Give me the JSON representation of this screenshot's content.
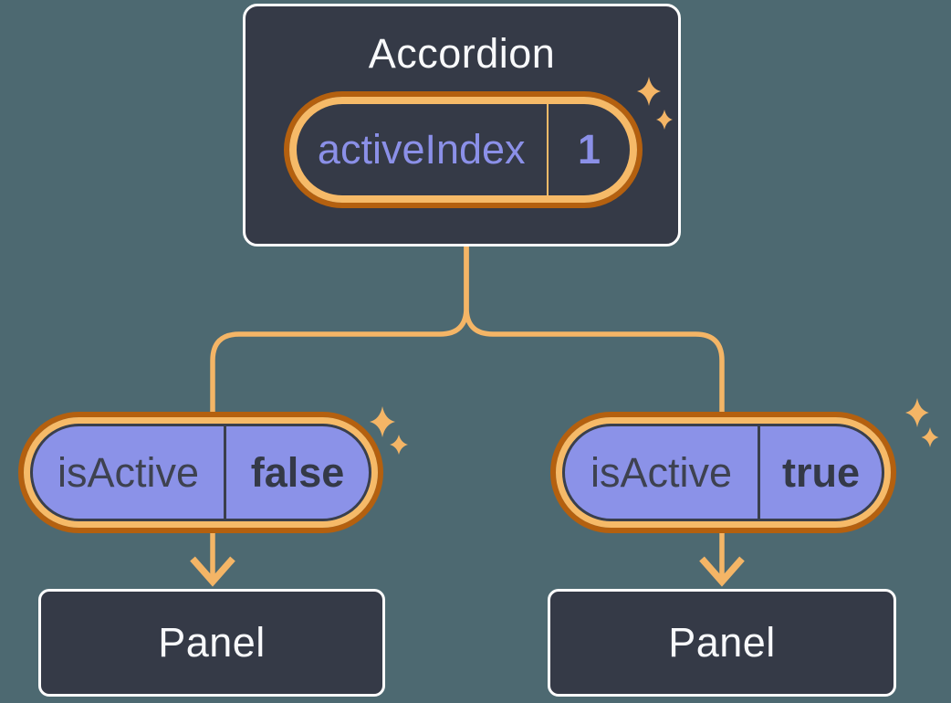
{
  "root_node": {
    "label": "Accordion",
    "state": {
      "name": "activeIndex",
      "value": "1"
    }
  },
  "branches": [
    {
      "prop_name": "isActive",
      "prop_value": "false",
      "panel_label": "Panel"
    },
    {
      "prop_name": "isActive",
      "prop_value": "true",
      "panel_label": "Panel"
    }
  ],
  "icons": {
    "sparkle": "sparkle-icon",
    "arrow": "arrow-down-icon"
  },
  "colors": {
    "background": "#4d6971",
    "node_fill": "#353a47",
    "node_border": "#ffffff",
    "connector_orange": "#f4b566",
    "ring_light_orange": "#f6ba68",
    "ring_dark_orange": "#b4600f",
    "prop_pill_fill": "#8b92e8",
    "prop_text": "#3e4250",
    "state_text": "#8b90e8",
    "title_text": "#f8f9fb"
  }
}
